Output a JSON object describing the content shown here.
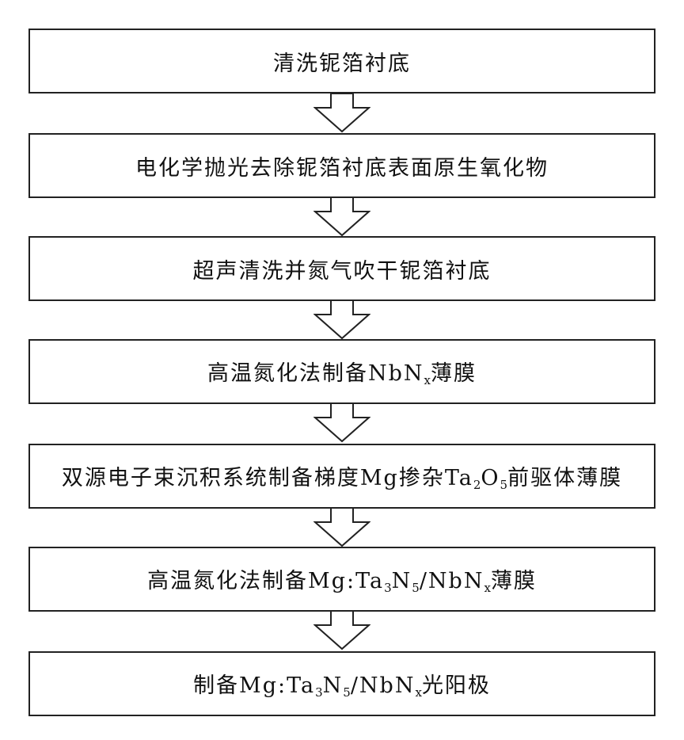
{
  "flow": {
    "steps": [
      {
        "parts": [
          {
            "t": "清洗铌箔衬底"
          }
        ]
      },
      {
        "parts": [
          {
            "t": "电化学抛光去除铌箔衬底表面原生氧化物"
          }
        ]
      },
      {
        "parts": [
          {
            "t": "超声清洗并氮气吹干铌箔衬底"
          }
        ]
      },
      {
        "parts": [
          {
            "t": "高温氮化法制备NbN"
          },
          {
            "t": "x",
            "sub": true
          },
          {
            "t": "薄膜"
          }
        ]
      },
      {
        "parts": [
          {
            "t": "双源电子束沉积系统制备梯度Mg掺杂Ta"
          },
          {
            "t": "2",
            "sub": true
          },
          {
            "t": "O"
          },
          {
            "t": "5",
            "sub": true
          },
          {
            "t": "前驱体薄膜"
          }
        ]
      },
      {
        "parts": [
          {
            "t": "高温氮化法制备Mg:Ta"
          },
          {
            "t": "3",
            "sub": true
          },
          {
            "t": "N"
          },
          {
            "t": "5",
            "sub": true
          },
          {
            "t": "/NbN"
          },
          {
            "t": "x",
            "sub": true
          },
          {
            "t": "薄膜"
          }
        ]
      },
      {
        "parts": [
          {
            "t": "制备Mg:Ta"
          },
          {
            "t": "3",
            "sub": true
          },
          {
            "t": "N"
          },
          {
            "t": "5",
            "sub": true
          },
          {
            "t": "/NbN"
          },
          {
            "t": "x",
            "sub": true
          },
          {
            "t": "光阳极"
          }
        ]
      }
    ]
  }
}
